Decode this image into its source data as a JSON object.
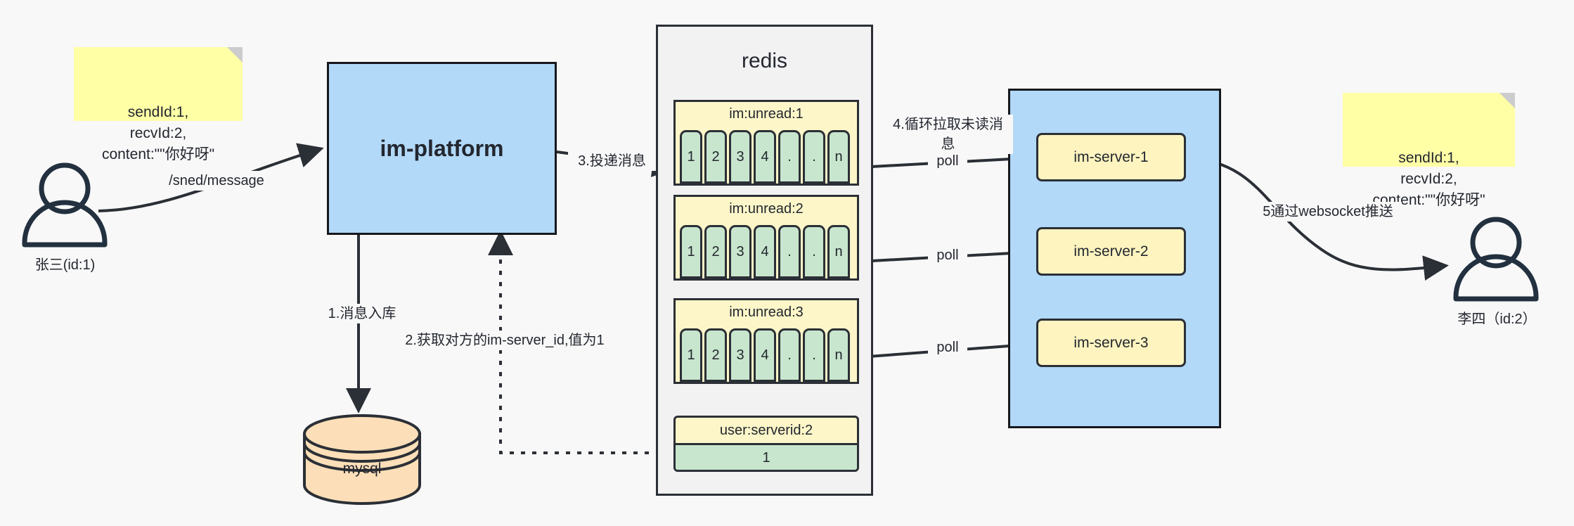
{
  "diagram": {
    "title": "IM message delivery architecture",
    "colors": {
      "background": "#f8f8f8",
      "note_yellow": "#ffffa6",
      "box_blue": "#b2d9f7",
      "list_yellow": "#fcf6c8",
      "cell_green": "#c8e6ce",
      "db_orange": "#fcdfb8",
      "stroke": "#2b2f36"
    }
  },
  "notes": {
    "left": "sendId:1,\nrecvId:2,\ncontent:\"\"你好呀\"",
    "right": "sendId:1,\nrecvId:2,\ncontent:\"\"你好呀\""
  },
  "actors": {
    "sender": {
      "caption": "张三(id:1)",
      "icon": "user-icon"
    },
    "receiver": {
      "caption": "李四（id:2）",
      "icon": "user-icon"
    }
  },
  "platform": {
    "label": "im-platform"
  },
  "database": {
    "label": "mysql",
    "icon": "database-cylinder-icon"
  },
  "redis": {
    "title": "redis",
    "lists": [
      {
        "key": "im:unread:1",
        "cells": [
          "1",
          "2",
          "3",
          "4",
          ".",
          ".",
          "n"
        ]
      },
      {
        "key": "im:unread:2",
        "cells": [
          "1",
          "2",
          "3",
          "4",
          ".",
          ".",
          "n"
        ]
      },
      {
        "key": "im:unread:3",
        "cells": [
          "1",
          "2",
          "3",
          "4",
          ".",
          ".",
          "n"
        ]
      }
    ],
    "kv": {
      "key": "user:serverid:2",
      "value": "1"
    }
  },
  "cluster": {
    "servers": [
      {
        "label": "im-server-1"
      },
      {
        "label": "im-server-2"
      },
      {
        "label": "im-server-3"
      }
    ]
  },
  "edges": {
    "send_message": "/sned/message",
    "step1": "1.消息入库",
    "step2": "2.获取对方的im-server_id,值为1",
    "step3": "3.投递消息",
    "step4": "4.循环拉取未读消\n息",
    "step5": "5通过websocket推送",
    "poll1": "poll",
    "poll2": "poll",
    "poll3": "poll"
  }
}
